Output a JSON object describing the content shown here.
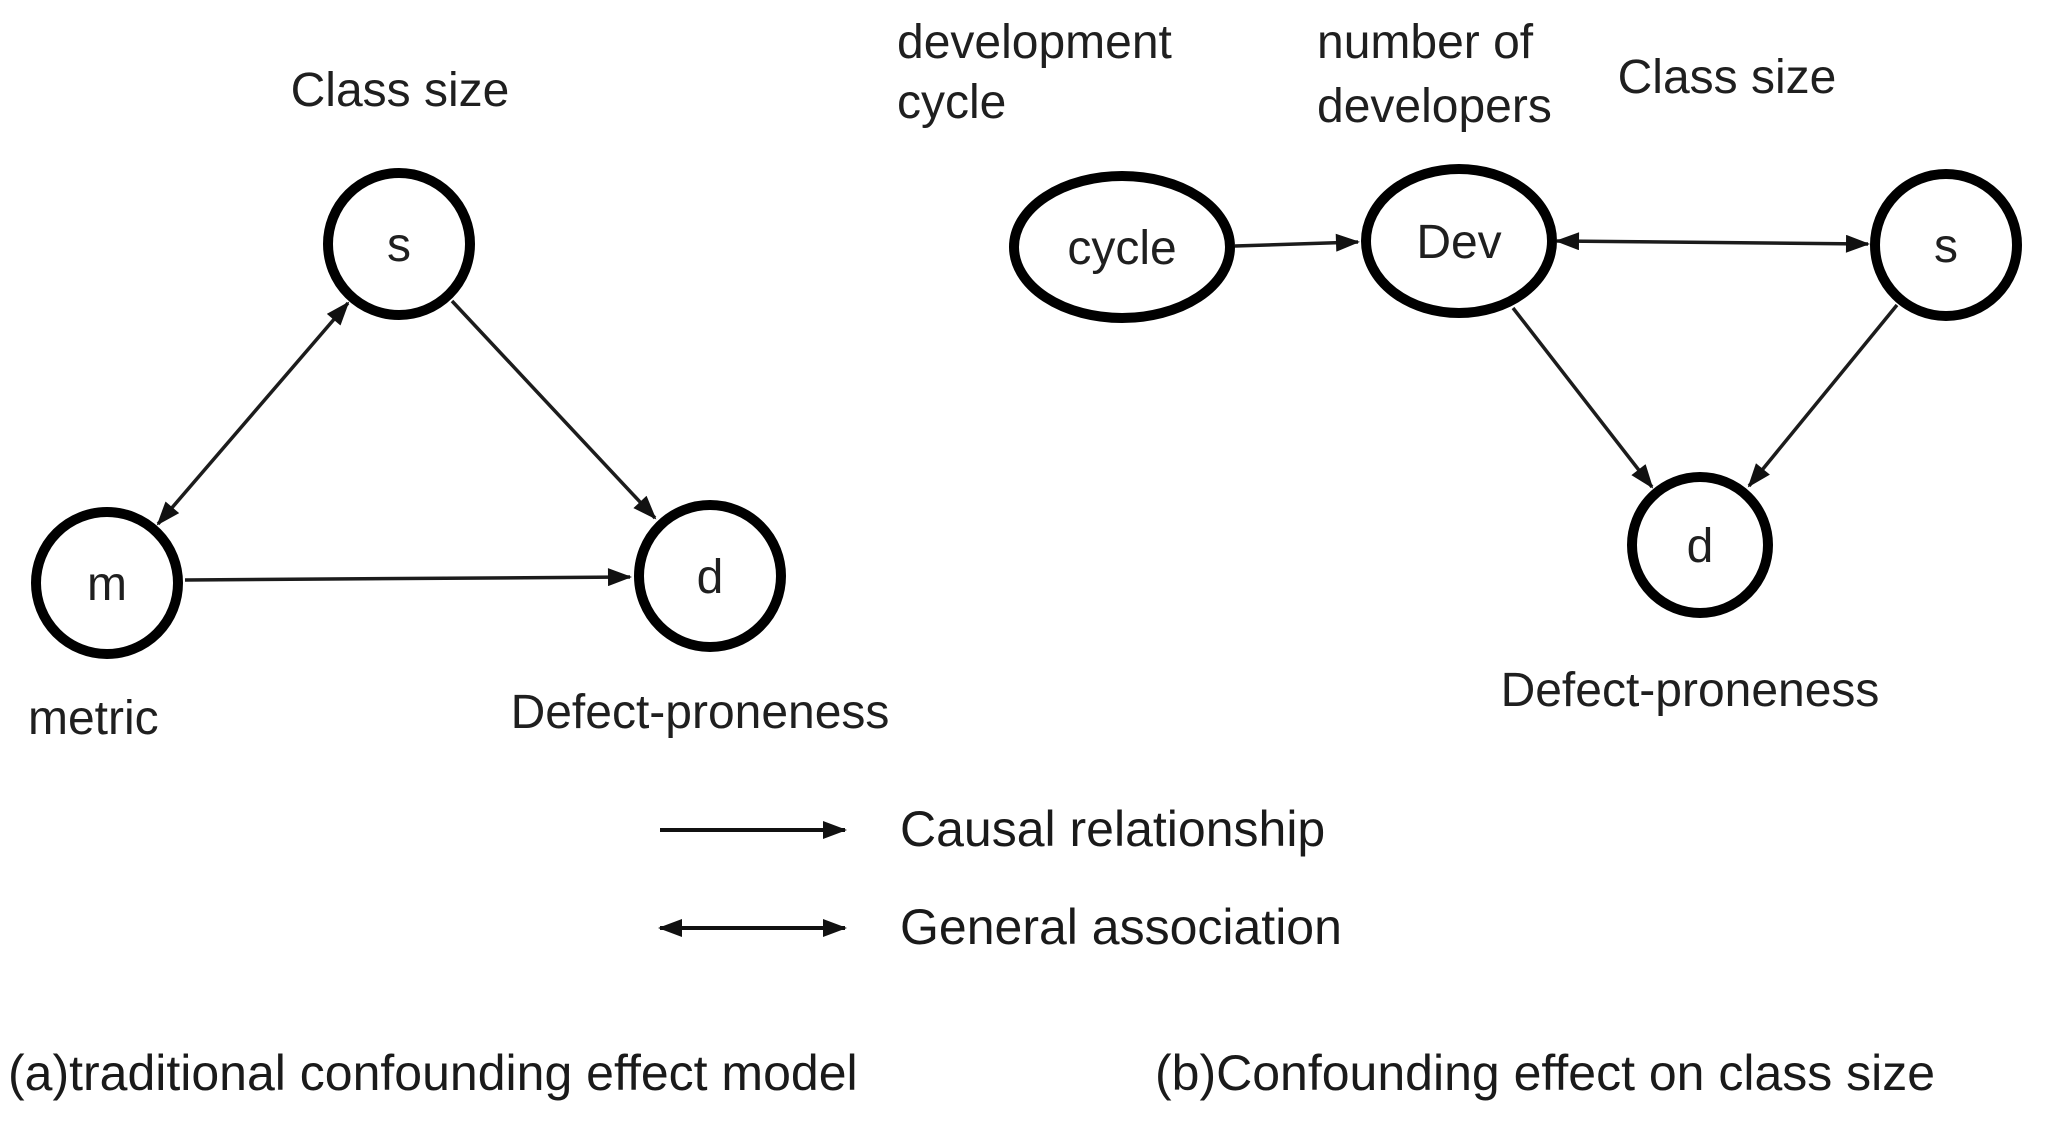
{
  "figure": {
    "kind": "causal-diagram-figure",
    "colors": {
      "ink": "#1a1a1a",
      "node_stroke": "#000000",
      "background": "#ffffff"
    }
  },
  "panel_a": {
    "caption": "(a)traditional confounding effect model",
    "nodes": {
      "s": {
        "letter": "s",
        "annotation": "Class size"
      },
      "m": {
        "letter": "m",
        "annotation": "metric"
      },
      "d": {
        "letter": "d",
        "annotation": "Defect-proneness"
      }
    },
    "edges": [
      {
        "from": "m",
        "to": "s",
        "type": "general-association"
      },
      {
        "from": "s",
        "to": "d",
        "type": "causal"
      },
      {
        "from": "m",
        "to": "d",
        "type": "causal"
      }
    ]
  },
  "panel_b": {
    "caption": "(b)Confounding effect on class size",
    "nodes": {
      "cycle": {
        "letter": "cycle",
        "annotation": "development cycle",
        "annotation_lines": [
          "development",
          "cycle"
        ]
      },
      "dev": {
        "letter": "Dev",
        "annotation": "number of developers",
        "annotation_lines": [
          "number of",
          "developers"
        ]
      },
      "s": {
        "letter": "s",
        "annotation": "Class size"
      },
      "d": {
        "letter": "d",
        "annotation": "Defect-proneness"
      }
    },
    "edges": [
      {
        "from": "cycle",
        "to": "dev",
        "type": "causal"
      },
      {
        "from": "dev",
        "to": "s",
        "type": "general-association"
      },
      {
        "from": "dev",
        "to": "d",
        "type": "causal"
      },
      {
        "from": "s",
        "to": "d",
        "type": "causal"
      }
    ]
  },
  "legend": {
    "items": [
      {
        "symbol": "single-headed-arrow",
        "label": "Causal relationship"
      },
      {
        "symbol": "double-headed-arrow",
        "label": "General association"
      }
    ]
  }
}
